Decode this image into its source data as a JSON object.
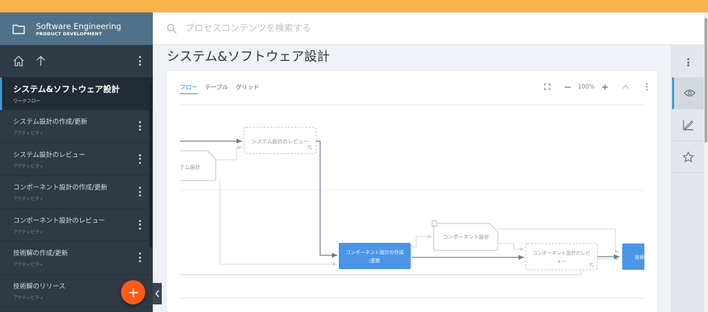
{
  "project": {
    "title": "Software Engineering",
    "subtitle": "PRODUCT DEVELOPMENT"
  },
  "search": {
    "placeholder": "プロセスコンテンツを検索する"
  },
  "sidebar": {
    "current": {
      "title": "システム&ソフトウェア設計",
      "type": "ワークフロー"
    },
    "items": [
      {
        "title": "システム設計の作成/更新",
        "type": "アクティビティ"
      },
      {
        "title": "システム設計のレビュー",
        "type": "アクティビティ"
      },
      {
        "title": "コンポーネント設計の作成/更新",
        "type": "アクティビティ"
      },
      {
        "title": "コンポーネント設計のレビュー",
        "type": "アクティビティ"
      },
      {
        "title": "技術解の作成/更新",
        "type": "アクティビティ"
      },
      {
        "title": "技術解のリリース",
        "type": "アクティビティ"
      }
    ]
  },
  "page": {
    "title": "システム&ソフトウェア設計"
  },
  "tabs": {
    "flow": "フロー",
    "table": "テーブル",
    "grid": "グリッド"
  },
  "toolbar": {
    "zoom": "100%"
  },
  "diagram": {
    "review_system": "システム設計のレビュー",
    "system_design": "テム設計",
    "component_create_line1": "コンポーネント設計の作成",
    "component_create_line2": "/更新",
    "component_design": "コンポーネント設計",
    "component_review_line1": "コンポーネント設計のレビ",
    "component_review_line2": "ュー",
    "tech_partial": "技術"
  },
  "colors": {
    "accent": "#3a9ad9",
    "topbar": "#f8b24a",
    "fab": "#ff5a1a",
    "activity": "#4a95e6"
  }
}
